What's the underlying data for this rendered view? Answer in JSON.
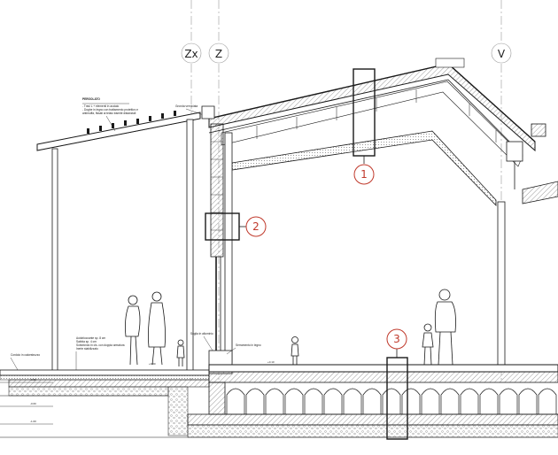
{
  "axes": {
    "zx": "Zx",
    "z": "Z",
    "v": "V"
  },
  "callouts": {
    "c1": "1",
    "c2": "2",
    "c3": "3"
  },
  "notes": {
    "pergola_title": "PERGOLATO",
    "pergola_line1": "- Travi L + elementi in acciaio",
    "pergola_line2": "- Doghe in legno con trattamento protettivo e",
    "pergola_line3": "  antimuffa, fissati al telaio tramite distanziali",
    "gutter": "Gronda verniciata",
    "slab_line1": "Autobloccante sp. 8 cm",
    "slab_line2": "Sabbia sp. 4 cm",
    "slab_line3": "Sottofondo in cls. con doppia armatura",
    "slab_line4": "Inerte stabilizzato",
    "drain": "Cordolo in calcestruzzo",
    "threshold_left": "Soglia in alluminio",
    "threshold_right": "Serramento in legno"
  },
  "levels": {
    "ext": "+0.00",
    "int": "+0.10",
    "l1": "-0.30",
    "l2": "-0.60",
    "l3": "-1.00"
  },
  "colors": {
    "line": "#1a1a1a",
    "callout": "#c0392b",
    "axis_dash": "#9a9a9a"
  }
}
